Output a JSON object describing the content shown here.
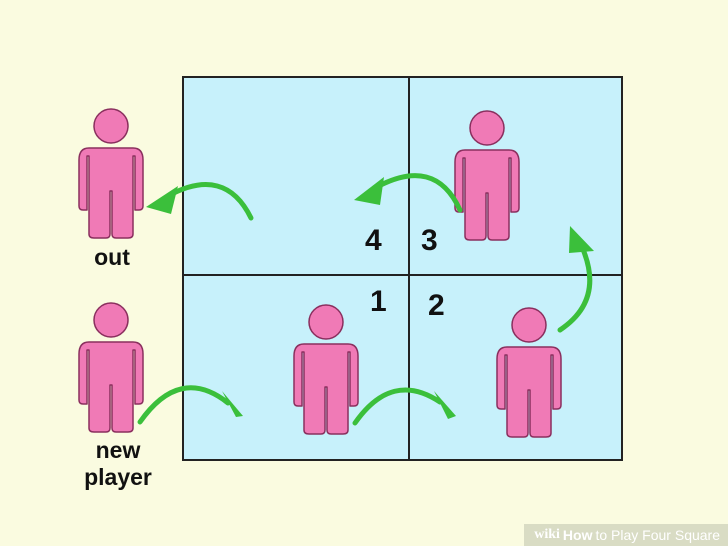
{
  "labels": {
    "out": "out",
    "new_player": [
      "new",
      "player"
    ]
  },
  "squares": {
    "one": "1",
    "two": "2",
    "three": "3",
    "four": "4"
  },
  "watermark": {
    "wiki": "wiki",
    "how": "How",
    "title": "to Play Four Square"
  },
  "colors": {
    "background": "#fafbe0",
    "court_fill": "#c7f1fb",
    "court_line": "#222222",
    "person": "#f07ab6",
    "person_outline": "#8a2f5e",
    "arrow": "#3bbf3b"
  }
}
